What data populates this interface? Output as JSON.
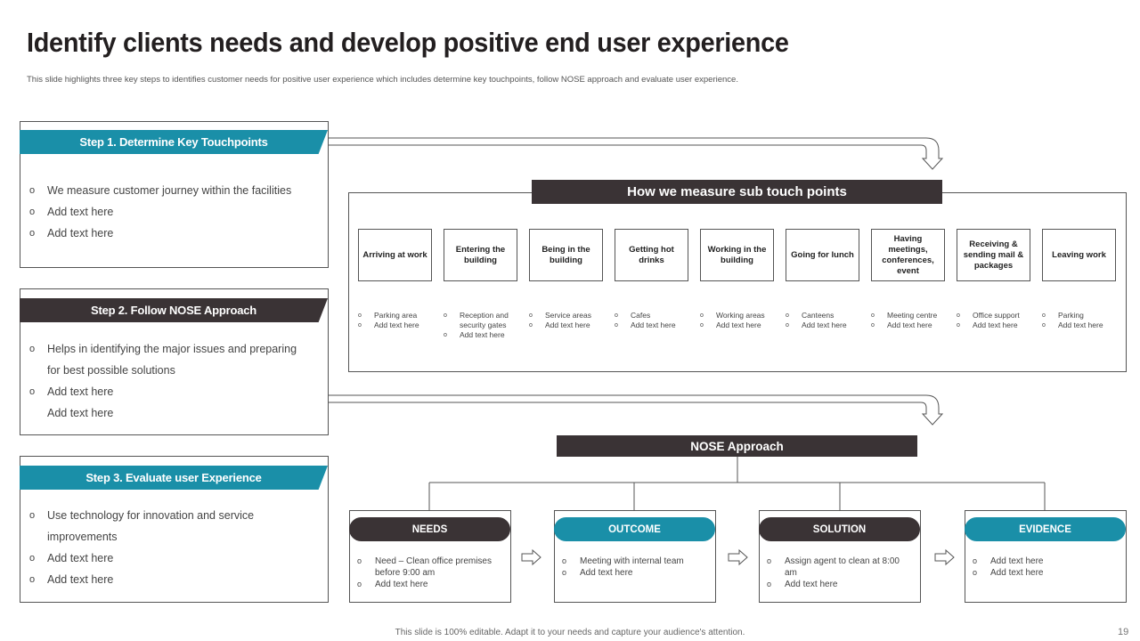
{
  "title": "Identify clients needs and develop positive end user experience",
  "subtitle": "This slide highlights three key steps to identifies customer needs for positive user experience which includes determine key touchpoints, follow NOSE approach and evaluate user experience.",
  "steps": [
    {
      "label": "Step 1. Determine Key Touchpoints",
      "items": [
        "We measure customer journey within the facilities",
        "Add text here",
        "Add text here"
      ]
    },
    {
      "label": "Step 2. Follow NOSE Approach",
      "items": [
        "Helps in identifying the major issues and preparing",
        "for best possible solutions",
        "Add text here",
        "Add text here"
      ]
    },
    {
      "label": "Step 3. Evaluate user Experience",
      "items": [
        "Use technology for innovation  and service",
        "improvements",
        "Add text here",
        "Add text here"
      ]
    }
  ],
  "touchpoints": {
    "header": "How we measure sub touch points",
    "items": [
      {
        "label": "Arriving at work",
        "details": [
          "Parking area",
          "Add text here"
        ]
      },
      {
        "label": "Entering the building",
        "details": [
          "Reception and security gates",
          "Add text here"
        ]
      },
      {
        "label": "Being in the building",
        "details": [
          "Service areas",
          "Add text here"
        ]
      },
      {
        "label": "Getting hot drinks",
        "details": [
          "Cafes",
          "Add text here"
        ]
      },
      {
        "label": "Working in the building",
        "details": [
          "Working areas",
          "Add text here"
        ]
      },
      {
        "label": "Going for lunch",
        "details": [
          "Canteens",
          "Add text here"
        ]
      },
      {
        "label": "Having meetings, conferences, event",
        "details": [
          "Meeting centre",
          "Add text here"
        ]
      },
      {
        "label": "Receiving & sending mail & packages",
        "details": [
          "Office support",
          "Add text here"
        ]
      },
      {
        "label": "Leaving work",
        "details": [
          "Parking",
          "Add text here"
        ]
      }
    ]
  },
  "nose": {
    "header": "NOSE Approach",
    "items": [
      {
        "label": "NEEDS",
        "details": [
          "Need – Clean office premises before 9:00 am",
          "Add text here"
        ]
      },
      {
        "label": "OUTCOME",
        "details": [
          "Meeting  with internal team",
          "Add text here"
        ]
      },
      {
        "label": "SOLUTION",
        "details": [
          "Assign agent to clean at 8:00 am",
          "Add text here"
        ]
      },
      {
        "label": "EVIDENCE",
        "details": [
          "Add text here",
          "Add text here"
        ]
      }
    ]
  },
  "footer": "This slide is 100% editable.  Adapt it to your needs and capture your audience's attention.",
  "page_number": "19",
  "colors": {
    "teal": "#1a8fa8",
    "dark": "#3a3335"
  }
}
